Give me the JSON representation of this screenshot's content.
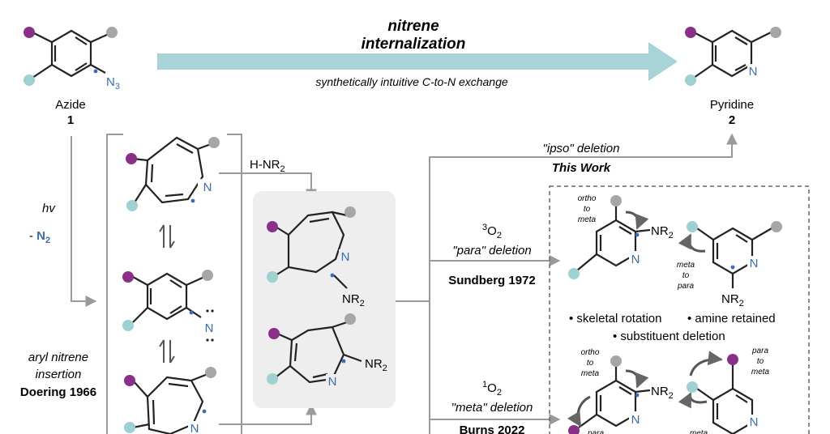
{
  "header": {
    "title_line1": "nitrene",
    "title_line2": "internalization",
    "subtitle": "synthetically intuitive C-to-N exchange"
  },
  "azide": {
    "label": "Azide",
    "number": "1",
    "n3_main": "N",
    "n3_sub": "3"
  },
  "pyridine": {
    "label": "Pyridine",
    "number": "2"
  },
  "left_conditions": {
    "hv": "hv",
    "minus": "- ",
    "n2_main": "N",
    "n2_sub": "2"
  },
  "doering": {
    "line1": "aryl nitrene",
    "line2": "insertion",
    "line3": "Doering 1966"
  },
  "amine": {
    "h": "H-NR",
    "sub": "2"
  },
  "nr2": {
    "main": "NR",
    "sub": "2"
  },
  "atom_n": "N",
  "ipso": {
    "label": "\"ipso\" deletion",
    "work": "This Work"
  },
  "para": {
    "o2_sup": "3",
    "o2_main": "O",
    "o2_sub": "2",
    "label": "\"para\" deletion",
    "ref": "Sundberg 1972"
  },
  "meta": {
    "o2_sup": "1",
    "o2_main": "O",
    "o2_sub": "2",
    "label": "\"meta\" deletion",
    "ref": "Burns 2022"
  },
  "migration": {
    "ortho1": "ortho",
    "to1": "to",
    "meta1": "meta",
    "meta2": "meta",
    "to2": "to",
    "para2": "para",
    "ortho3": "ortho",
    "to3": "to",
    "meta3": "meta",
    "para4": "para",
    "to4": "to",
    "meta4": "meta",
    "para5": "para",
    "meta6": "meta"
  },
  "bullets": {
    "b1": "skeletal rotation",
    "b2": "amine retained",
    "b3": "substituent deletion"
  },
  "colors": {
    "purple": "#8b2f8b",
    "teal": "#9fd0d2",
    "gray": "#a6a6a6",
    "nitrogen": "#3a6db5",
    "arrow_teal": "#a8d3d7",
    "line_gray": "#9a9a9a"
  }
}
